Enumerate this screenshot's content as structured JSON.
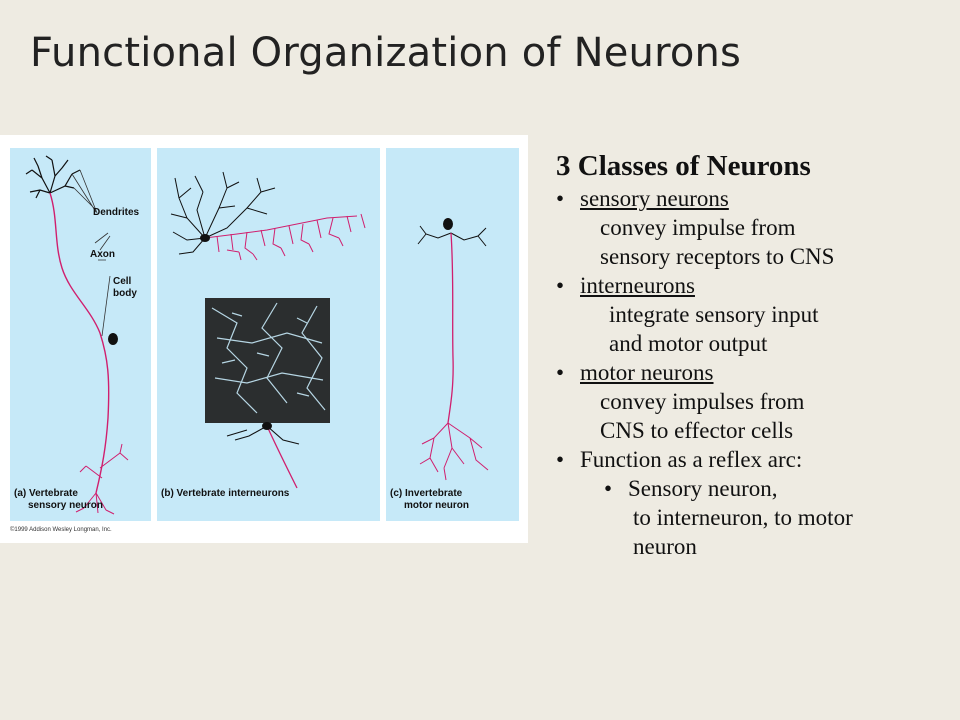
{
  "slide": {
    "title": "Functional Organization of Neurons"
  },
  "figure": {
    "labels": {
      "dendrites": "Dendrites",
      "axon": "Axon",
      "cell_body_1": "Cell",
      "cell_body_2": "body"
    },
    "captions": {
      "a_line1": "(a) Vertebrate",
      "a_line2": "sensory neuron",
      "b_line1": "(b) Vertebrate interneurons",
      "c_line1": "(c) Invertebrate",
      "c_line2": "motor neuron"
    },
    "copyright": "©1999 Addison Wesley Longman, Inc.",
    "colors": {
      "panel": "#c6e9f8",
      "neuron": "#d01f6e",
      "dendrite": "#111111"
    }
  },
  "content": {
    "heading": "3 Classes of Neurons",
    "bullet_char": "•",
    "items": [
      {
        "term": "sensory neurons",
        "desc1": "convey impulse from",
        "desc2": "sensory receptors to CNS"
      },
      {
        "term": "interneurons",
        "desc1": "integrate sensory input",
        "desc2": "and motor output"
      },
      {
        "term": "motor neurons",
        "desc1": "convey impulses from",
        "desc2": "CNS to effector cells"
      }
    ],
    "reflex": "Function as a reflex arc:",
    "sub_bullet": "Sensory neuron,",
    "sub_line2": "to interneuron, to motor",
    "sub_line3": "neuron"
  }
}
